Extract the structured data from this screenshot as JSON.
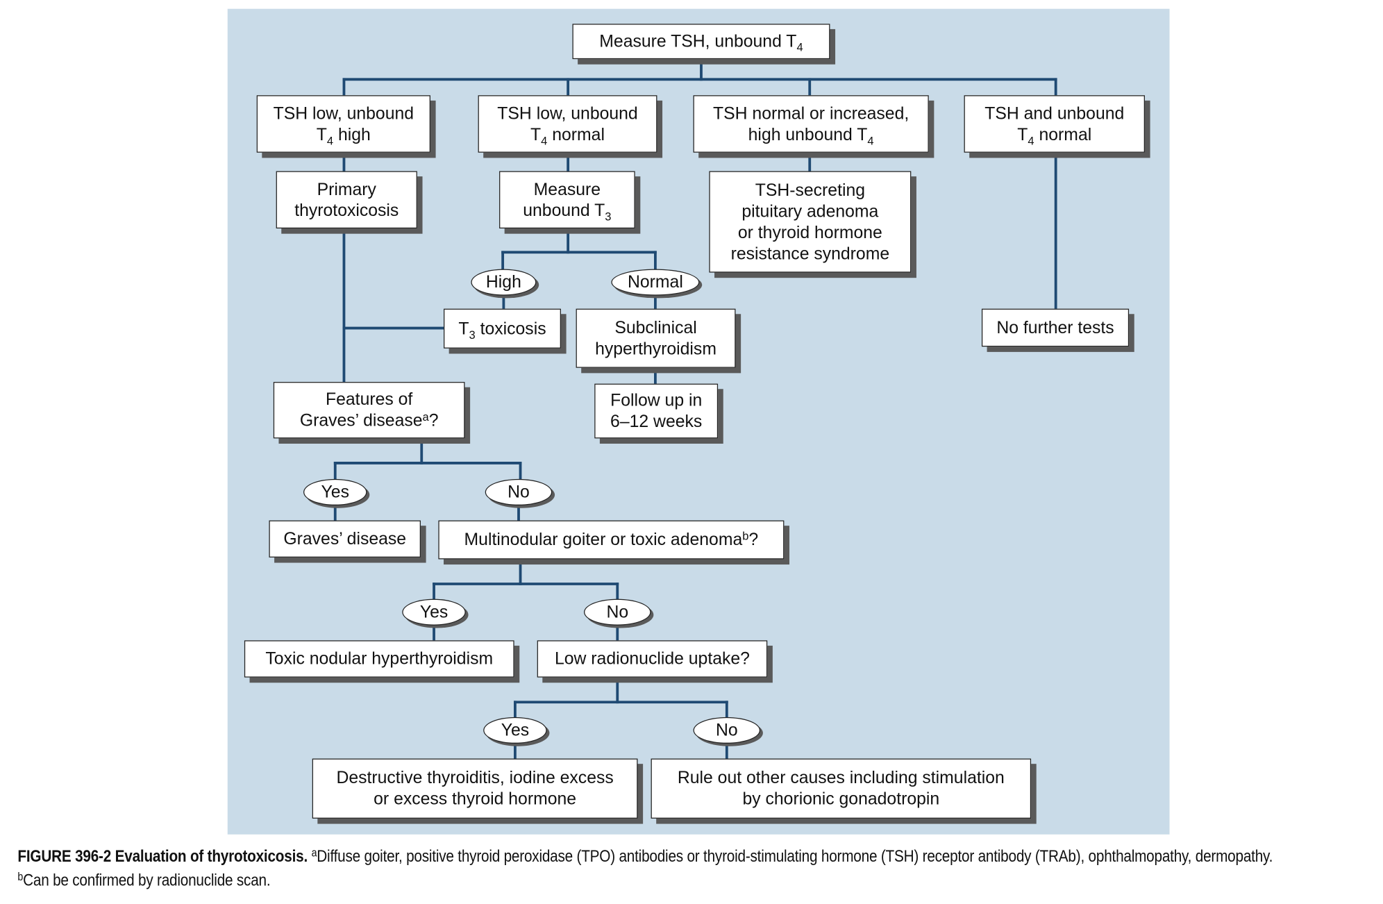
{
  "colors": {
    "panel": "#c9dbe8",
    "connector": "#1f4a73",
    "box_shadow": "#5a5a5a"
  },
  "nodes": {
    "measure_tsh": [
      [
        {
          "t": "Measure TSH, unbound T"
        },
        {
          "t": "4",
          "sub": true
        }
      ]
    ],
    "tsh_low_t4_high": [
      [
        {
          "t": "TSH low, unbound"
        }
      ],
      [
        {
          "t": "T"
        },
        {
          "t": "4",
          "sub": true
        },
        {
          "t": " high"
        }
      ]
    ],
    "tsh_low_t4_normal": [
      [
        {
          "t": "TSH low, unbound"
        }
      ],
      [
        {
          "t": "T"
        },
        {
          "t": "4",
          "sub": true
        },
        {
          "t": " normal"
        }
      ]
    ],
    "tsh_normal_increased": [
      [
        {
          "t": "TSH normal or increased,"
        }
      ],
      [
        {
          "t": "high unbound T"
        },
        {
          "t": "4",
          "sub": true
        }
      ]
    ],
    "tsh_t4_normal": [
      [
        {
          "t": "TSH and unbound"
        }
      ],
      [
        {
          "t": "T"
        },
        {
          "t": "4",
          "sub": true
        },
        {
          "t": " normal"
        }
      ]
    ],
    "primary_thyrotoxicosis": [
      [
        {
          "t": "Primary"
        }
      ],
      [
        {
          "t": "thyrotoxicosis"
        }
      ]
    ],
    "measure_t3": [
      [
        {
          "t": "Measure"
        }
      ],
      [
        {
          "t": "unbound T"
        },
        {
          "t": "3",
          "sub": true
        }
      ]
    ],
    "tsh_secreting": [
      [
        {
          "t": "TSH-secreting"
        }
      ],
      [
        {
          "t": "pituitary adenoma"
        }
      ],
      [
        {
          "t": "or thyroid hormone"
        }
      ],
      [
        {
          "t": "resistance syndrome"
        }
      ]
    ],
    "t3_toxicosis": [
      [
        {
          "t": "T"
        },
        {
          "t": "3",
          "sub": true
        },
        {
          "t": " toxicosis"
        }
      ]
    ],
    "subclinical": [
      [
        {
          "t": "Subclinical"
        }
      ],
      [
        {
          "t": "hyperthyroidism"
        }
      ]
    ],
    "no_further_tests": [
      [
        {
          "t": "No further tests"
        }
      ]
    ],
    "follow_up": [
      [
        {
          "t": "Follow up in"
        }
      ],
      [
        {
          "t": "6–12 weeks"
        }
      ]
    ],
    "features_graves": [
      [
        {
          "t": "Features of"
        }
      ],
      [
        {
          "t": "Graves’ disease"
        },
        {
          "t": "a",
          "sup": true
        },
        {
          "t": "?"
        }
      ]
    ],
    "graves_disease": [
      [
        {
          "t": "Graves’ disease"
        }
      ]
    ],
    "multinodular": [
      [
        {
          "t": "Multinodular goiter or toxic adenoma"
        },
        {
          "t": "b",
          "sup": true
        },
        {
          "t": "?"
        }
      ]
    ],
    "toxic_nodular": [
      [
        {
          "t": "Toxic nodular hyperthyroidism"
        }
      ]
    ],
    "low_uptake": [
      [
        {
          "t": "Low radionuclide uptake?"
        }
      ]
    ],
    "destructive": [
      [
        {
          "t": "Destructive thyroiditis, iodine excess"
        }
      ],
      [
        {
          "t": "or excess thyroid hormone"
        }
      ]
    ],
    "rule_out": [
      [
        {
          "t": "Rule out other causes including stimulation"
        }
      ],
      [
        {
          "t": "by chorionic gonadotropin"
        }
      ]
    ]
  },
  "ovals": {
    "t3_high": "High",
    "t3_normal": "Normal",
    "graves_yes": "Yes",
    "graves_no": "No",
    "mng_yes": "Yes",
    "mng_no": "No",
    "uptake_yes": "Yes",
    "uptake_no": "No"
  },
  "caption": {
    "label": "FIGURE 396-2  Evaluation of thyrotoxicosis.",
    "note_a_marker": "a",
    "note_a": "Diffuse goiter, positive thyroid peroxidase (TPO) antibodies or thyroid-stimulating hormone (TSH) receptor antibody (TRAb), ophthalmopathy, dermopathy. ",
    "note_b_marker": "b",
    "note_b": "Can be confirmed by radionuclide scan."
  }
}
